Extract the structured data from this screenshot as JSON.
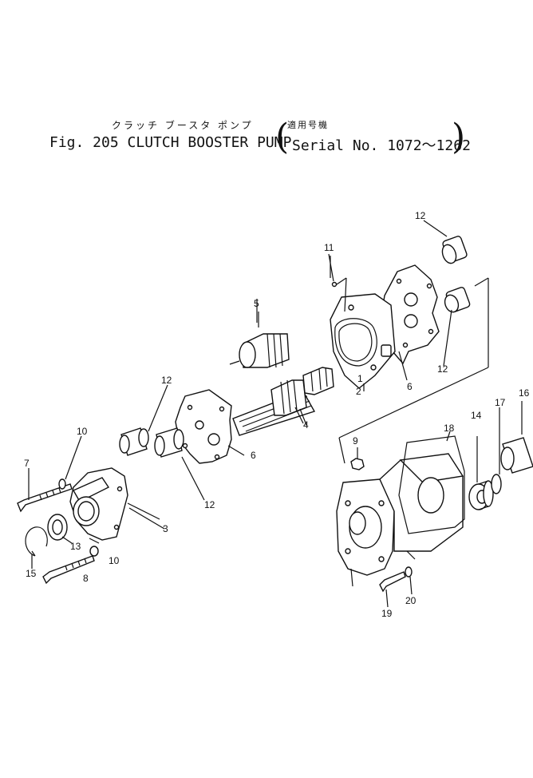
{
  "title": {
    "japanese": "クラッチ ブースタ ポンプ",
    "main": "Fig. 205 CLUTCH BOOSTER PUMP",
    "serial_japanese": "適用号機",
    "serial": "Serial No. 1072～1262"
  },
  "callouts": [
    "1",
    "2",
    "3",
    "4",
    "5",
    "6",
    "6",
    "7",
    "8",
    "9",
    "10",
    "10",
    "11",
    "12",
    "12",
    "12",
    "12",
    "13",
    "14",
    "15",
    "16",
    "17",
    "18",
    "19",
    "20"
  ]
}
